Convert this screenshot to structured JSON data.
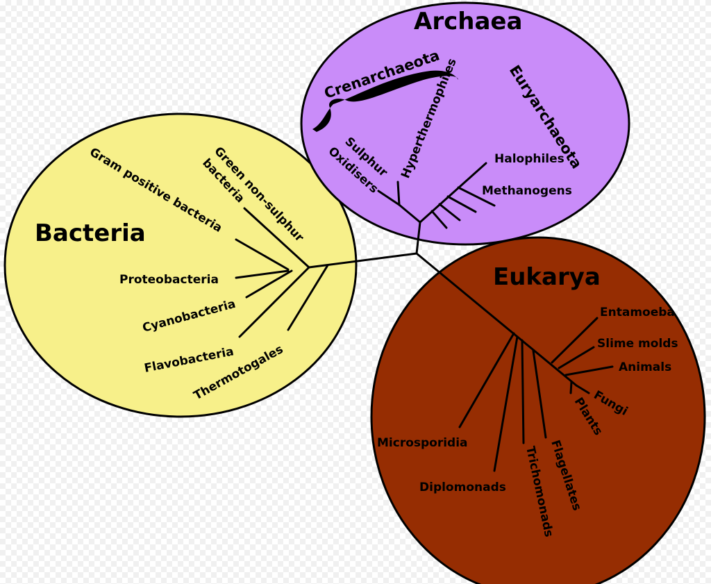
{
  "colors": {
    "bacteria": "#f7f08a",
    "archaea": "#c98cf9",
    "eukarya": "#962d02",
    "line": "#000000"
  },
  "domains": {
    "archaea": "Archaea",
    "bacteria": "Bacteria",
    "eukarya": "Eukarya"
  },
  "archaea": {
    "crenarchaeota": "Crenarchaeota",
    "euryarchaeota": "Euryarchaeota",
    "hyperthermophiles": "Hyperthermophiles",
    "sulphur": "Sulphur",
    "oxidisers": "Oxidisers",
    "halophiles": "Halophiles",
    "methanogens": "Methanogens"
  },
  "bacteria": {
    "green_1": "Green non-sulphur",
    "green_2": "bacteria",
    "gram_positive": "Gram positive bacteria",
    "proteobacteria": "Proteobacteria",
    "cyanobacteria": "Cyanobacteria",
    "flavobacteria": "Flavobacteria",
    "thermotogales": "Thermotogales"
  },
  "eukarya": {
    "entamoeba": "Entamoeba",
    "slime_molds": "Slime molds",
    "animals": "Animals",
    "fungi": "Fungi",
    "plants": "Plants",
    "microsporidia": "Microsporidia",
    "diplomonads": "Diplomonads",
    "trichomonads": "Trichomonads",
    "flagellates": "Flagellates"
  }
}
